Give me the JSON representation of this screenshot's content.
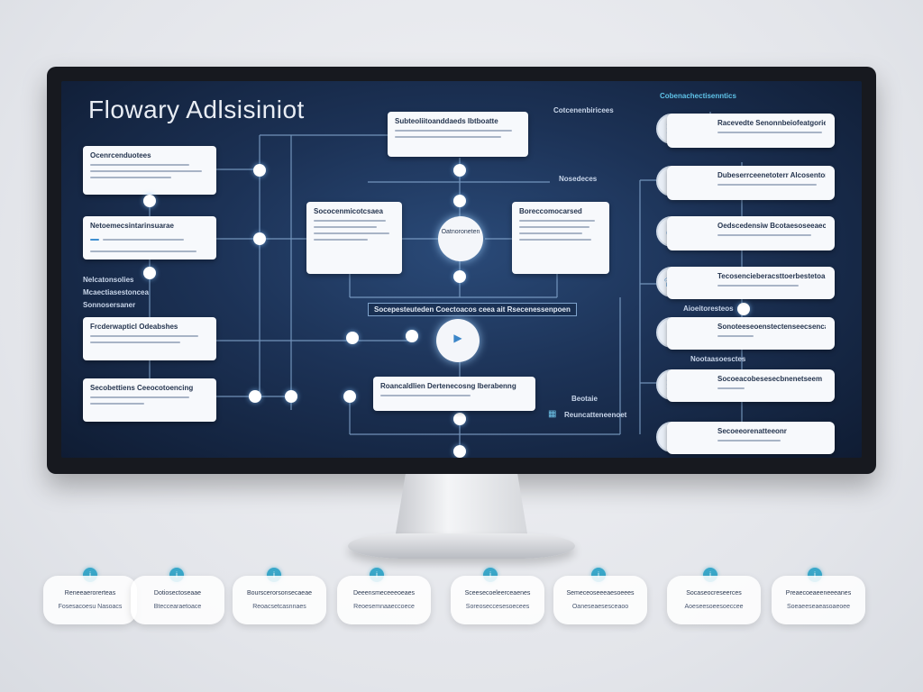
{
  "title": "Flowary Adlsisiniot",
  "top_note": "Cobenachectisenntics",
  "left_cards": [
    {
      "title": "Ocenrcenduotees"
    },
    {
      "title": "Netoemecsintarinsuarae"
    },
    {
      "title": "Frcderwapticl Odeabshes"
    },
    {
      "title": "Secobettiens Ceeocotoencing"
    }
  ],
  "left_labels": [
    "Nelcatonsolies",
    "Mcaectiasestoncea",
    "Sonnosersaner"
  ],
  "center_top_card": {
    "title": "Subteoliitoanddaeds Ibtboatte"
  },
  "center_top_label": "Cotcenenbiricees",
  "mid_left_card": {
    "title": "Sococenmicotcsaea"
  },
  "hub_label": "Oatnoroneten",
  "mid_right_card": {
    "title": "Boreccomocarsed"
  },
  "mid_right_label": "Nosedeces",
  "center_banner": "Socepesteuteden Coectoacos ceea ait Rsecenessenpoen",
  "center_bottom_card": {
    "title": "Roancaldlien Dertenecosng Iberabenng"
  },
  "bottom_labels": [
    "Beotaie",
    "Reuncatteneenoet"
  ],
  "right_cards": [
    {
      "title": "Racevedte Senonnbeiofeatgorienn",
      "icon": "document-icon"
    },
    {
      "title": "Dubeserrceenetoterr Alcosentonogeces",
      "icon": "gear-icon"
    },
    {
      "title": "Oedscedensiw Bcotaesoseeaeccessenplds",
      "icon": "globe-icon"
    },
    {
      "title": "Tecosencieberacsttoerbestetoarecseecs",
      "icon": "phone-icon"
    },
    {
      "title": "Sonoteeseoenstectenseecsencaeoe",
      "icon": "shield-icon"
    },
    {
      "title": "Socoeacobesesecbnenetseem",
      "icon": "clipboard-icon"
    },
    {
      "title": "Secoeeorenatteeonr",
      "icon": "link-icon"
    }
  ],
  "right_labels": [
    "Aioeitoresteos",
    "Nootaasoesctes"
  ],
  "pills": [
    {
      "title": "Reneeaerorerteas",
      "sub": "Fosesacoesu Nasoacs"
    },
    {
      "title": "Dotiosectoseaae",
      "sub": "Bteccearaetoace"
    },
    {
      "title": "Bourscerorsonsecaeae",
      "sub": "Reoacsetcasnnaes"
    },
    {
      "title": "Deeensmeceeeoeaes",
      "sub": "Reoesemnaaeccoece"
    },
    {
      "title": "Sceesecoeleerceaenes",
      "sub": "Soreoseccesesoecees"
    },
    {
      "title": "Semeceoseeeaesoeees",
      "sub": "Oaneseaesesceaoo"
    },
    {
      "title": "Socaseocreseerces",
      "sub": "Aoeseesoeesoeccee"
    },
    {
      "title": "Preaecoeaeeneeeanes",
      "sub": "Soeaeeseaeasoaeoee"
    }
  ],
  "accent_color": "#39a7c9"
}
